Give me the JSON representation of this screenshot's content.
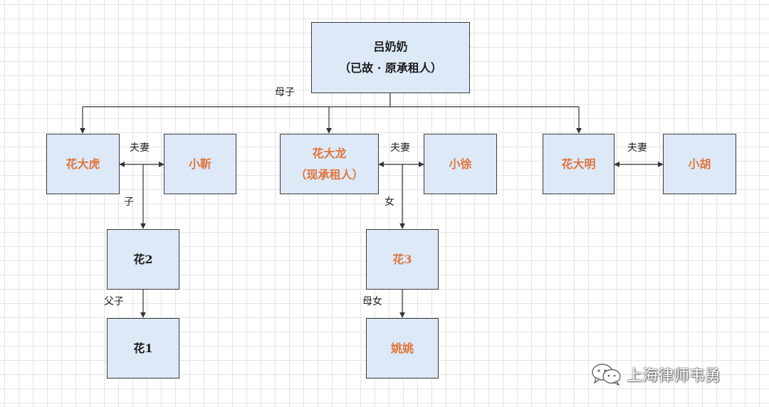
{
  "nodes": {
    "grandmother": {
      "line1": "吕奶奶",
      "line2": "（已故 · 原承租人）"
    },
    "dahu": {
      "label": "花大虎"
    },
    "xiaojin": {
      "label": "小靳"
    },
    "dalong": {
      "line1": "花大龙",
      "line2": "（现承租人）"
    },
    "xiaoxu": {
      "label": "小徐"
    },
    "daming": {
      "label": "花大明"
    },
    "xiaohu": {
      "label": "小胡"
    },
    "hua2": {
      "label": "花2"
    },
    "hua1": {
      "label": "花1"
    },
    "hua3": {
      "label": "花3"
    },
    "yaoyao": {
      "label": "姚姚"
    }
  },
  "relations": {
    "mother_son": "母子",
    "spouse_1": "夫妻",
    "spouse_2": "夫妻",
    "spouse_3": "夫妻",
    "son": "子",
    "daughter": "女",
    "father_son": "父子",
    "mother_daughter": "母女"
  },
  "colors": {
    "box_fill": "#dde9f7",
    "box_border": "#3a3a3a",
    "name_dark": "#1a1a1a",
    "name_highlight": "#e0743c",
    "line": "#333333"
  },
  "watermark": {
    "icon": "wechat-icon",
    "text": "上海律师韦勇"
  }
}
